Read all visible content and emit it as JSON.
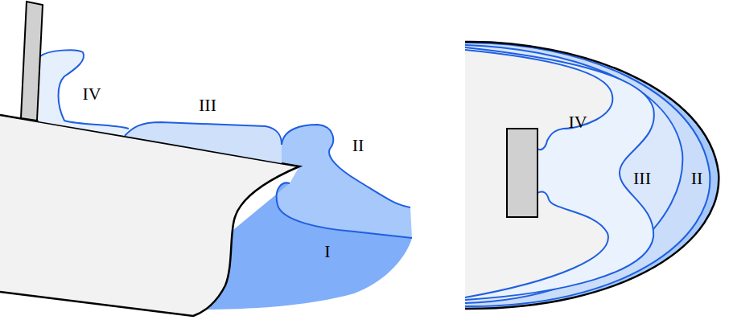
{
  "diagram": {
    "labels": [
      "IV",
      "III",
      "II",
      "I",
      "IV",
      "III",
      "II"
    ]
  }
}
